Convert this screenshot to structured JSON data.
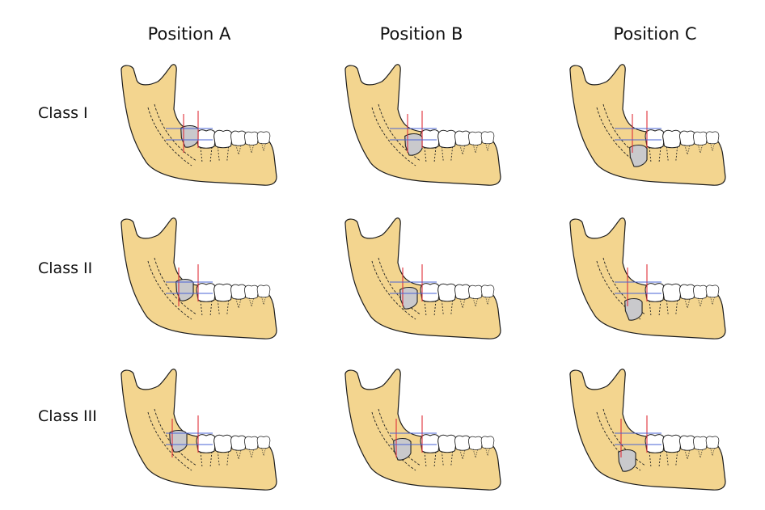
{
  "columns": [
    {
      "label": "Position A"
    },
    {
      "label": "Position B"
    },
    {
      "label": "Position C"
    }
  ],
  "rows": [
    {
      "label": "Class I"
    },
    {
      "label": "Class II"
    },
    {
      "label": "Class III"
    }
  ],
  "colors": {
    "bone": "#f3d58f",
    "bone_outline": "#1c1c1c",
    "tooth": "#ffffff",
    "impacted_tooth": "#c9c9cc",
    "vertical_line": "#e0303a",
    "horizontal_line": "#4a63d6"
  }
}
